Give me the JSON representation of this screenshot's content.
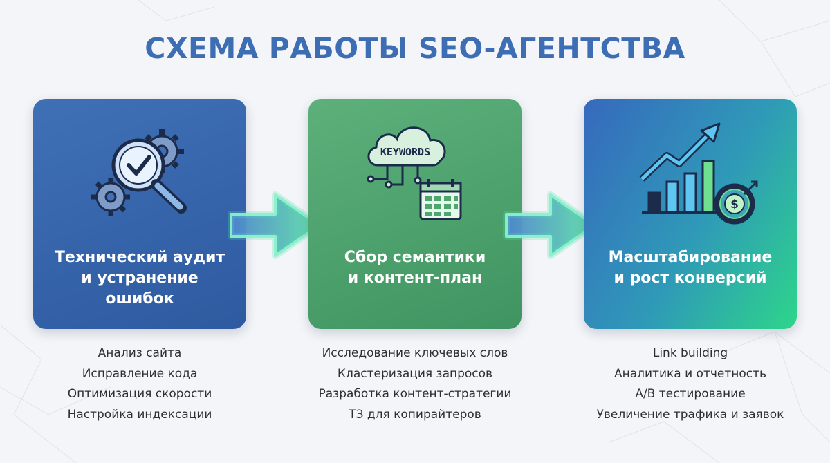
{
  "title": "СХЕМА РАБОТЫ SEO-АГЕНТСТВА",
  "steps": [
    {
      "title_lines": [
        "Технический аудит",
        "и устранение",
        "ошибок"
      ],
      "icon": "gear-magnifier-checkmark-icon",
      "items": [
        "Анализ сайта",
        "Исправление кода",
        "Оптимизация скорости",
        "Настройка индексации"
      ]
    },
    {
      "title_lines": [
        "Сбор семантики",
        "и контент-план"
      ],
      "icon": "keywords-cloud-calendar-icon",
      "icon_text": "KEYWORDS",
      "items": [
        "Исследование ключевых слов",
        "Кластеризация запросов",
        "Разработка контент-стратегии",
        "ТЗ для копирайтеров"
      ]
    },
    {
      "title_lines": [
        "Масштабирование",
        "и рост конверсий"
      ],
      "icon": "growth-chart-dollar-target-icon",
      "icon_text": "$",
      "items": [
        "Link building",
        "Аналитика и отчетность",
        "A/B тестирование",
        "Увеличение трафика и заявок"
      ]
    }
  ],
  "colors": {
    "title": "#3d6db3",
    "step1": "#3a69b0",
    "step2": "#4fa56e",
    "step3_start": "#3669bd",
    "step3_end": "#2ed58a",
    "arrow_glow": "#4fe3b0",
    "text": "#2c2f36"
  }
}
